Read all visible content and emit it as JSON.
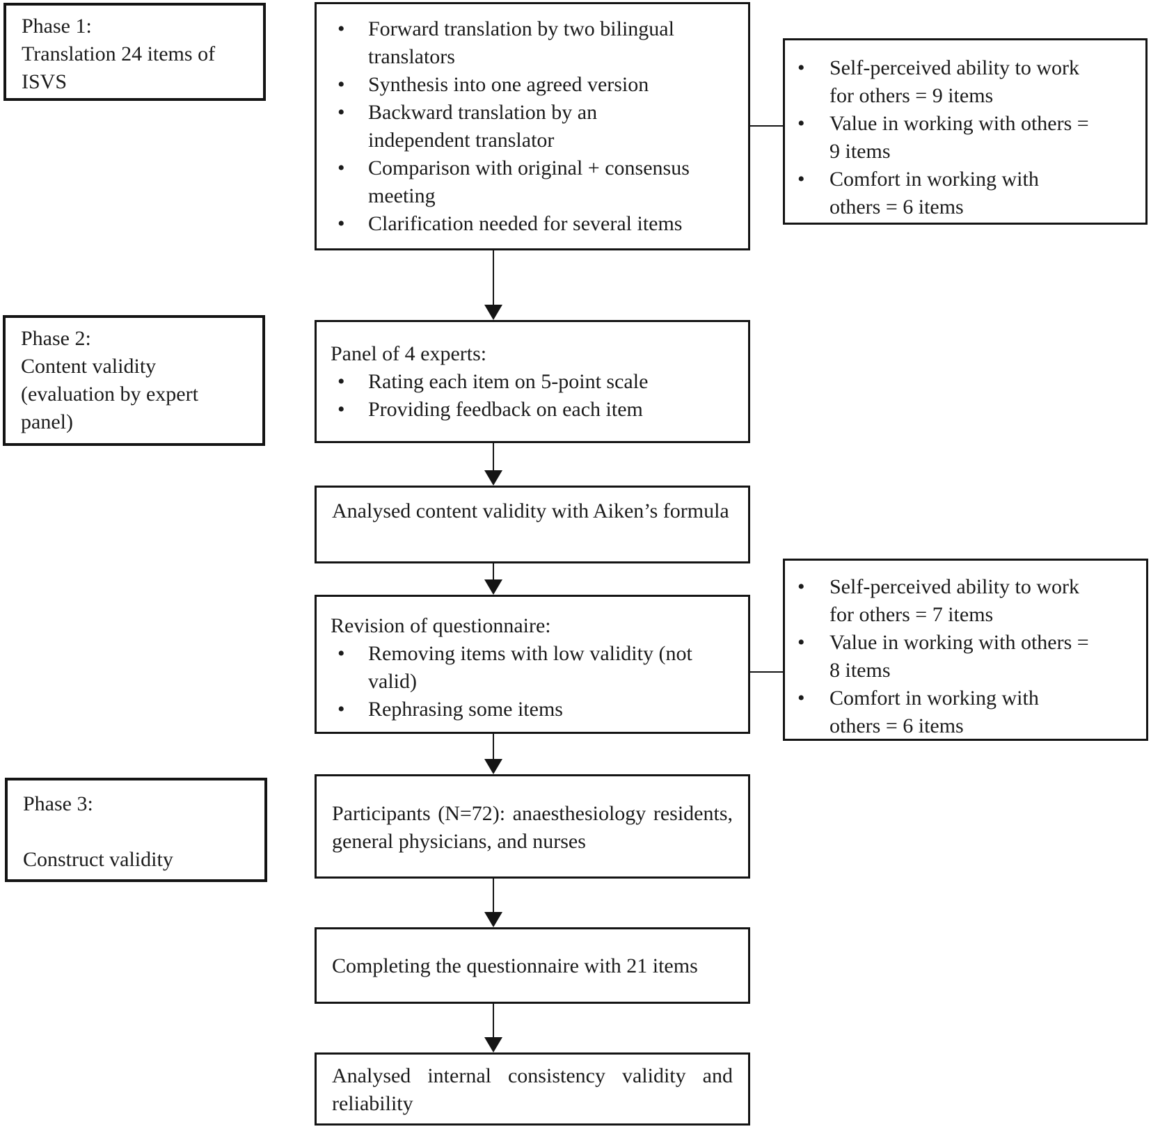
{
  "style": {
    "ink_color": "#1b1b1b",
    "background_color": "#ffffff"
  },
  "glyphs": {
    "bullet": "•"
  },
  "left_column": {
    "phase1": {
      "lines": [
        "Phase 1:",
        "Translation 24 items of",
        "ISVS"
      ]
    },
    "phase2": {
      "lines": [
        "Phase 2:",
        "Content validity",
        "(evaluation by expert",
        "panel)"
      ]
    },
    "phase3": {
      "lines": [
        "Phase 3:",
        "Construct validity"
      ]
    }
  },
  "center_column": {
    "translation_box": {
      "bullets": [
        "Forward translation by two bilingual\ntranslators",
        "Synthesis into one agreed version",
        "Backward translation by an\nindependent translator",
        "Comparison with original + consensus\nmeeting",
        "Clarification needed for several items"
      ]
    },
    "expert_panel_box": {
      "heading": "Panel of 4 experts:",
      "bullets": [
        "Rating each item on 5-point scale",
        "Providing feedback on each item"
      ]
    },
    "aiken_box": {
      "text": "Analysed content validity with Aiken’s formula"
    },
    "revision_box": {
      "heading": "Revision of questionnaire:",
      "bullets": [
        "Removing items with low validity (not\nvalid)",
        "Rephrasing some items"
      ]
    },
    "participants_box": {
      "text": "Participants (N=72): anaesthesiology residents, general physicians, and nurses"
    },
    "completing_box": {
      "text": "Completing the questionnaire with 21 items"
    },
    "internal_consistency_box": {
      "text": "Analysed internal consistency validity and reliability"
    }
  },
  "right_column": {
    "subscale_items_initial_box": {
      "bullets": [
        "Self-perceived ability to work\nfor others = 9 items",
        "Value in working with others =\n9 items",
        "Comfort in working with\nothers = 6 items"
      ]
    },
    "subscale_items_revised_box": {
      "bullets": [
        "Self-perceived ability to work\nfor others = 7 items",
        "Value in working with others =\n8 items",
        "Comfort in working with\nothers = 6 items"
      ]
    }
  }
}
